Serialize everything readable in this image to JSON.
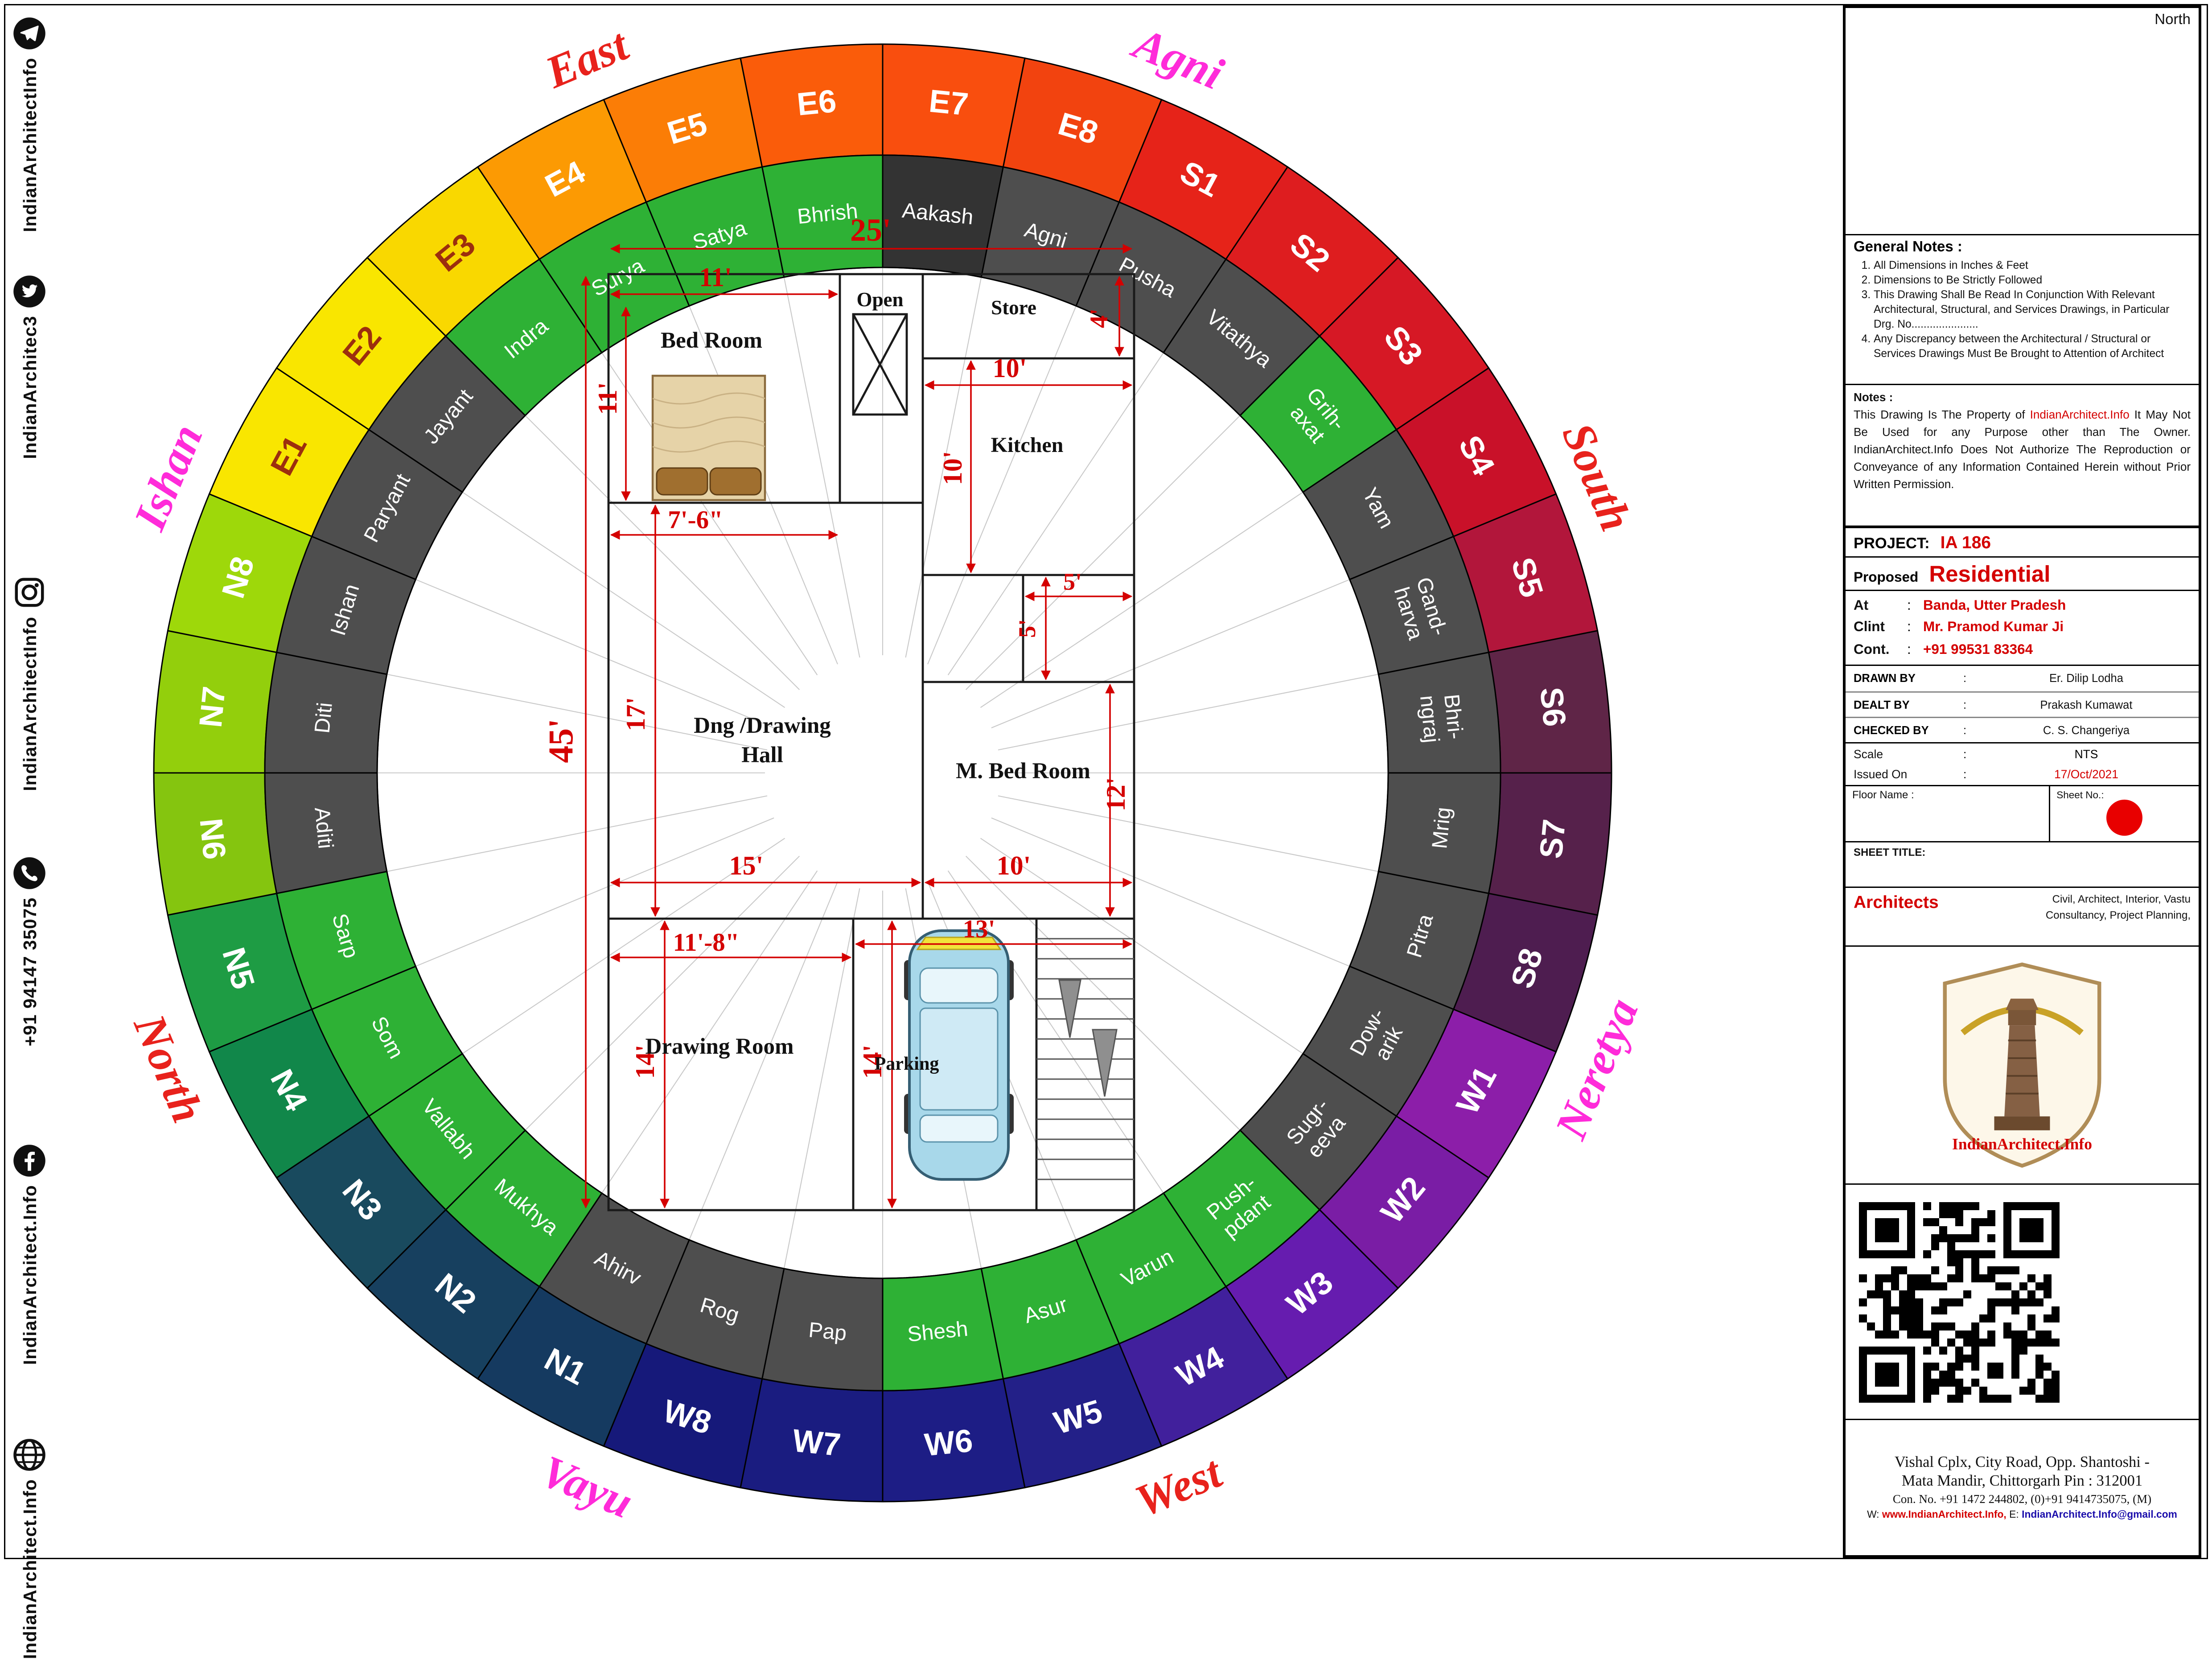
{
  "sidebar": {
    "items": [
      {
        "icon": "telegram-icon",
        "label": "IndianArchitectInfo"
      },
      {
        "icon": "twitter-icon",
        "label": "IndianArchitec3"
      },
      {
        "icon": "instagram-icon",
        "label": "IndianArchitectInfo"
      },
      {
        "icon": "phone-icon",
        "label": "+91 94147 35075"
      },
      {
        "icon": "facebook-icon",
        "label": "IndianArchitect.Info"
      },
      {
        "icon": "www-icon",
        "label": "IndianArchitect.Info"
      }
    ]
  },
  "chakra": {
    "startAngle": -67.5,
    "step": 11.25,
    "colors": {
      "green": "#2eb135",
      "gray": "#4e4e4e",
      "dark": "#333333"
    },
    "directions": [
      {
        "label": "East",
        "angle": 337.5,
        "color": "#e8221c"
      },
      {
        "label": "Agni",
        "angle": 22.5,
        "color": "#ff2bd9"
      },
      {
        "label": "South",
        "angle": 67.5,
        "color": "#e8221c"
      },
      {
        "label": "Neretya",
        "angle": 112.5,
        "color": "#ff2bd9"
      },
      {
        "label": "West",
        "angle": 157.5,
        "color": "#e8221c"
      },
      {
        "label": "Vayu",
        "angle": 202.5,
        "color": "#ff2bd9"
      },
      {
        "label": "North",
        "angle": 247.5,
        "color": "#e8221c"
      },
      {
        "label": "Ishan",
        "angle": 292.5,
        "color": "#ff2bd9"
      }
    ],
    "segments": [
      {
        "id": "E1",
        "color": "#f9e600",
        "labelColor": "#9c2e0e",
        "deity": "Paryant",
        "deityColor": "#4e4e4e"
      },
      {
        "id": "E2",
        "color": "#f9e600",
        "labelColor": "#9c2e0e",
        "deity": "Jayant",
        "deityColor": "#4e4e4e"
      },
      {
        "id": "E3",
        "color": "#f9d800",
        "labelColor": "#9c2e0e",
        "deity": "Indra",
        "deityColor": "#2eb135"
      },
      {
        "id": "E4",
        "color": "#fc9a03",
        "deity": "Surya",
        "deityColor": "#2eb135"
      },
      {
        "id": "E5",
        "color": "#fb7d06",
        "deity": "Satya",
        "deityColor": "#2eb135"
      },
      {
        "id": "E6",
        "color": "#fa5c0a",
        "deity": "Bhrish",
        "deityColor": "#2eb135"
      },
      {
        "id": "E7",
        "color": "#f94e0e",
        "deity": "Aakash",
        "deityColor": "#333333"
      },
      {
        "id": "E8",
        "color": "#f2430f",
        "deity": "Agni",
        "deityColor": "#4e4e4e"
      },
      {
        "id": "S1",
        "color": "#e62319",
        "deity": "Pusha",
        "deityColor": "#4e4e4e"
      },
      {
        "id": "S2",
        "color": "#de1d1f",
        "deity": "Vitathya",
        "deityColor": "#4e4e4e"
      },
      {
        "id": "S3",
        "color": "#d61825",
        "deity": "Grih-|axat",
        "deityColor": "#2eb135"
      },
      {
        "id": "S4",
        "color": "#c91129",
        "deity": "Yam",
        "deityColor": "#4e4e4e"
      },
      {
        "id": "S5",
        "color": "#b2163b",
        "deity": "Gand-|harva",
        "deityColor": "#4e4e4e"
      },
      {
        "id": "S6",
        "color": "#5f2547",
        "deity": "Bhri-|ngraj",
        "deityColor": "#4e4e4e"
      },
      {
        "id": "S7",
        "color": "#56214b",
        "deity": "Mrig",
        "deityColor": "#4e4e4e"
      },
      {
        "id": "S8",
        "color": "#4e1d50",
        "deity": "Pitra",
        "deityColor": "#4e4e4e"
      },
      {
        "id": "W1",
        "color": "#8c1ea9",
        "deity": "Dow-|arik",
        "deityColor": "#4e4e4e"
      },
      {
        "id": "W2",
        "color": "#7a1da5",
        "deity": "Sugr-|eeva",
        "deityColor": "#4e4e4e"
      },
      {
        "id": "W3",
        "color": "#661caf",
        "deity": "Push-|pdant",
        "deityColor": "#2eb135"
      },
      {
        "id": "W4",
        "color": "#41209c",
        "deity": "Varun",
        "deityColor": "#2eb135"
      },
      {
        "id": "W5",
        "color": "#232088",
        "deity": "Asur",
        "deityColor": "#2eb135"
      },
      {
        "id": "W6",
        "color": "#1d1d85",
        "deity": "Shesh",
        "deityColor": "#2eb135"
      },
      {
        "id": "W7",
        "color": "#1a1c80",
        "deity": "Pap",
        "deityColor": "#4e4e4e"
      },
      {
        "id": "W8",
        "color": "#16197a",
        "deity": "Rog",
        "deityColor": "#4e4e4e"
      },
      {
        "id": "N1",
        "color": "#153a60",
        "deity": "Ahirv",
        "deityColor": "#4e4e4e"
      },
      {
        "id": "N2",
        "color": "#17405f",
        "deity": "Mukhya",
        "deityColor": "#2eb135"
      },
      {
        "id": "N3",
        "color": "#194a5e",
        "deity": "Vallabh",
        "deityColor": "#2eb135"
      },
      {
        "id": "N4",
        "color": "#11874a",
        "deity": "Som",
        "deityColor": "#2eb135"
      },
      {
        "id": "N5",
        "color": "#1e9c44",
        "deity": "Sarp",
        "deityColor": "#2eb135"
      },
      {
        "id": "N6",
        "color": "#85c50f",
        "deity": "Aditi",
        "deityColor": "#4e4e4e"
      },
      {
        "id": "N7",
        "color": "#93cf0c",
        "deity": "Diti",
        "deityColor": "#4e4e4e"
      },
      {
        "id": "N8",
        "color": "#9ed80a",
        "deity": "Ishan",
        "deityColor": "#4e4e4e"
      }
    ]
  },
  "plan": {
    "rooms": {
      "bed": "Bed Room",
      "open": "Open",
      "store": "Store",
      "kitchen": "Kitchen",
      "hall1": "Dng /Drawing",
      "hall2": "Hall",
      "mbed": "M. Bed Room",
      "drawing": "Drawing Room",
      "parking": "Parking"
    },
    "dims": {
      "total_w": "25'",
      "total_h": "45'",
      "bed_w": "11'",
      "bed_h": "11'",
      "bed_b": "7'-6\"",
      "store_h": "4'",
      "kitchen_w": "10'",
      "kitchen_h": "10'",
      "pass_a": "5'",
      "pass_b": "5'",
      "hall_h": "17'",
      "hall_w": "15'",
      "mbed_h": "12'",
      "mbed_w": "10'",
      "draw_w": "11'-8\"",
      "draw_h": "14'",
      "park_h": "14'",
      "park_w": "13'"
    }
  },
  "titleblock": {
    "north": "North",
    "general_notes_title": "General Notes :",
    "general_notes": [
      "All Dimensions in Inches & Feet",
      "Dimensions to Be Strictly Followed",
      "This Drawing Shall Be Read In Conjunction With Relevant Architectural, Structural, and Services Drawings, in Particular Drg. No......................",
      "Any Discrepancy between the Architectural / Structural or Services Drawings Must Be Brought to Attention of Architect"
    ],
    "notes_title": "Notes :",
    "notes_pre": "This Drawing Is The Property of ",
    "notes_brand": "IndianArchitect.Info",
    "notes_post": " It May Not Be Used for any Purpose other than The Owner. IndianArchitect.Info Does Not Authorize The Reproduction or Conveyance of any Information Contained Herein without Prior Written Permission.",
    "project_label": "PROJECT:",
    "project_value": "IA 186",
    "proposed_label": "Proposed",
    "proposed_value": "Residential",
    "at_label": "At",
    "at_value": "Banda, Utter Pradesh",
    "client_label": "Clint",
    "client_value": "Mr. Pramod Kumar Ji",
    "contact_label": "Cont.",
    "contact_value": "+91 99531 83364",
    "drawn_label": "DRAWN BY",
    "drawn_value": "Er. Dilip Lodha",
    "dealt_label": "DEALT BY",
    "dealt_value": "Prakash Kumawat",
    "checked_label": "CHECKED BY",
    "checked_value": "C. S. Changeriya",
    "scale_label": "Scale",
    "scale_value": "NTS",
    "issued_label": "Issued On",
    "issued_value": "17/Oct/2021",
    "floor_label": "Floor Name :",
    "sheet_label": "Sheet No.:",
    "sheet_title_label": "SHEET TITLE:",
    "architects_label": "Architects",
    "services": "Civil, Architect, Interior, Vastu Consultancy, Project Planning,",
    "logo_text": "IndianArchitect.Info",
    "address1": "Vishal Cplx, City Road, Opp. Shantoshi -",
    "address2": "Mata Mandir, Chittorgarh Pin : 312001",
    "address3": "Con. No. +91 1472 244802, (0)+91 9414735075, (M)",
    "web_label": "W:",
    "web_value": "www.IndianArchitect.Info,",
    "email_label": "E:",
    "email_value": "IndianArchitect.Info@gmail.com"
  }
}
